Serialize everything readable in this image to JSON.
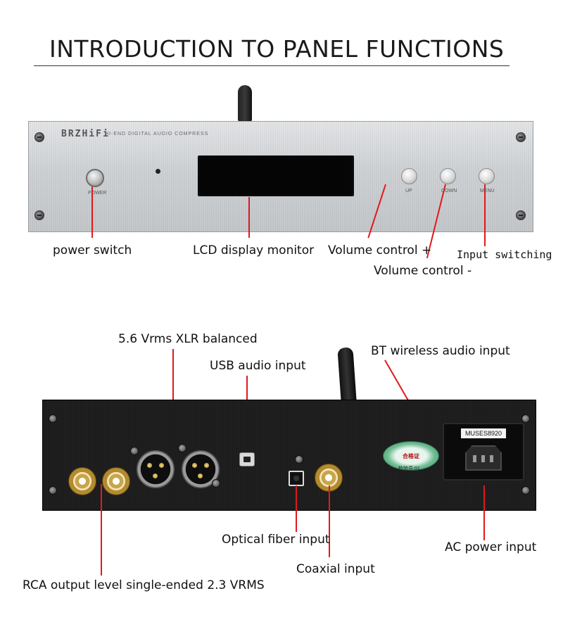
{
  "title": "INTRODUCTION TO PANEL FUNCTIONS",
  "front_panel": {
    "brand": "BRZHiFi",
    "subtitle": "HI-END DIGITAL AUDIO COMPRESS",
    "power_label": "POWER",
    "buttons": [
      "UP",
      "DOWN",
      "MENU"
    ],
    "callouts": {
      "power_switch": "power switch",
      "lcd": "LCD display monitor",
      "vol_up": "Volume control +",
      "vol_down": "Volume control -",
      "input": "Input switching"
    }
  },
  "rear_panel": {
    "sticker_text": "合格证",
    "sticker_sub": "检验员:01",
    "ac_tag": "MUSES8920",
    "callouts": {
      "xlr": "5.6 Vrms XLR balanced",
      "usb": "USB audio input",
      "bt": "BT wireless audio input",
      "optical": "Optical fiber input",
      "ac": "AC power input",
      "coaxial": "Coaxial input",
      "rca": "RCA output level single-ended 2.3 VRMS"
    }
  },
  "colors": {
    "leader_line": "#e0191e"
  }
}
